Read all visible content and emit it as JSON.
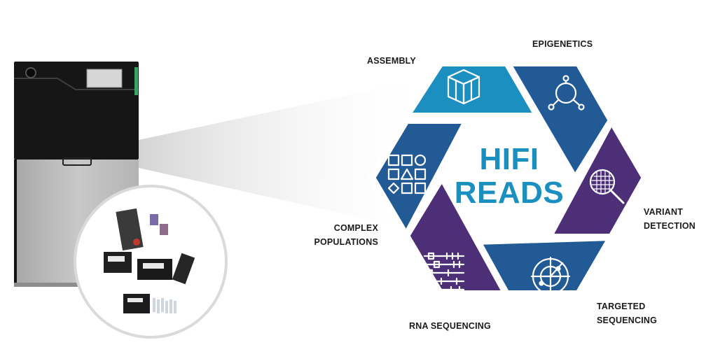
{
  "center": {
    "line1": "HIFI",
    "line2": "READS"
  },
  "segments": {
    "assembly": "ASSEMBLY",
    "epigenetics": "EPIGENETICS",
    "variant_detection": [
      "VARIANT",
      "DETECTION"
    ],
    "targeted_sequencing": [
      "TARGETED",
      "SEQUENCING"
    ],
    "rna_sequencing": "RNA SEQUENCING",
    "complex_populations": [
      "COMPLEX",
      "POPULATIONS"
    ]
  },
  "icons": {
    "assembly": "isometric-blocks-icon",
    "epigenetics": "node-network-icon",
    "variant_detection": "magnifier-grid-icon",
    "targeted_sequencing": "radar-icon",
    "rna_sequencing": "sequence-reads-icon",
    "complex_populations": "shapes-grid-icon"
  },
  "colors": {
    "teal": "#1b8fc0",
    "blue": "#225a96",
    "purple": "#4d2f78",
    "center_text": "#1b8fc0",
    "instrument_dark": "#161616",
    "instrument_gray": "#bebebe",
    "beam": "#e6e6e6"
  }
}
